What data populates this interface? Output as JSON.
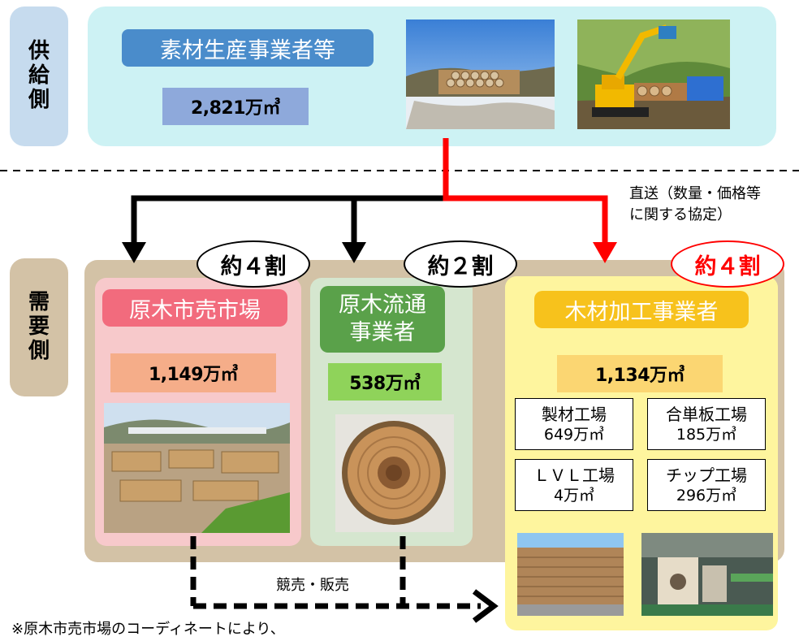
{
  "side_labels": {
    "supply": "供給側",
    "demand": "需要側"
  },
  "supply": {
    "title": "素材生産事業者等",
    "volume": "2,821万㎥"
  },
  "direct_note": {
    "line1": "直送（数量・価格等",
    "line2": "に関する協定）"
  },
  "ratios": {
    "market": "約４割",
    "distributor": "約２割",
    "processor": "約４割"
  },
  "market": {
    "title": "原木市売市場",
    "volume": "1,149万㎥"
  },
  "distributor": {
    "title_line1": "原木流通",
    "title_line2": "事業者",
    "volume": "538万㎥"
  },
  "processor": {
    "title": "木材加工事業者",
    "volume": "1,134万㎥",
    "plants": [
      {
        "name": "製材工場",
        "volume": "649万㎥"
      },
      {
        "name": "合単板工場",
        "volume": "185万㎥"
      },
      {
        "name": "ＬＶＬ工場",
        "volume": "4万㎥"
      },
      {
        "name": "チップ工場",
        "volume": "296万㎥"
      }
    ]
  },
  "flow_label": "競売・販売",
  "footnote": "※原木市売市場のコーディネートにより、",
  "colors": {
    "supply_bg": "#cdf2f4",
    "side_supply": "#c6dbee",
    "side_demand": "#d3c2a6",
    "demand_bg": "#d3c2a6",
    "market_bg": "#f7c9cb",
    "distributor_bg": "#d5e6cf",
    "processor_bg": "#fef59e",
    "red_arrow": "#ff0000"
  }
}
